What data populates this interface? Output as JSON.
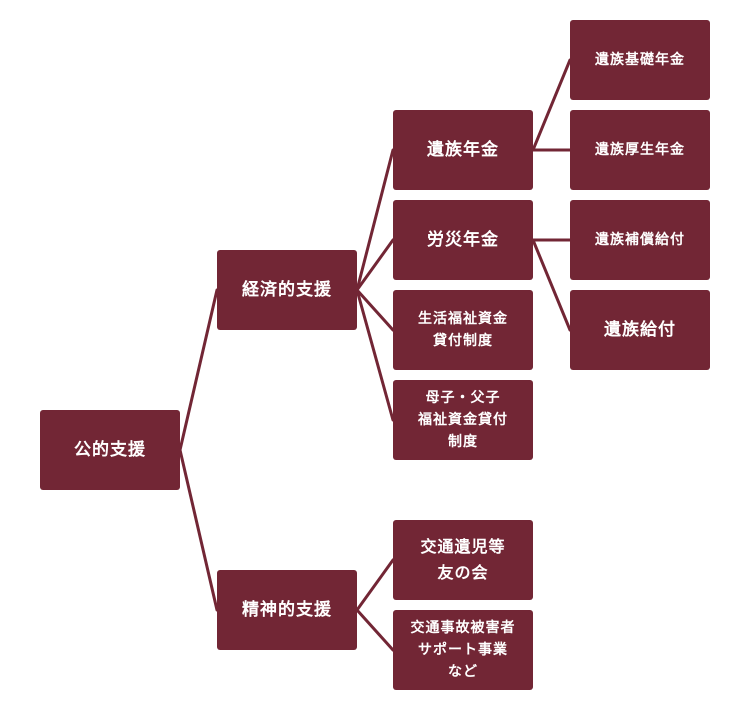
{
  "diagram": {
    "line_color": "#722635",
    "box_color": "#722635",
    "text_color": "#ffffff",
    "root": {
      "label": "公的支援"
    },
    "economic": {
      "label": "経済的支援"
    },
    "mental": {
      "label": "精神的支援"
    },
    "survivor_pension": {
      "label": "遺族年金"
    },
    "workers_pension": {
      "label": "労災年金"
    },
    "welfare_loan": {
      "label": "生活福祉資金\n貸付制度"
    },
    "single_parent_loan": {
      "label": "母子・父子\n福祉資金貸付\n制度"
    },
    "basic_survivor_pension": {
      "label": "遺族基礎年金"
    },
    "employee_survivor_pension": {
      "label": "遺族厚生年金"
    },
    "survivor_compensation": {
      "label": "遺族補償給付"
    },
    "survivor_benefit": {
      "label": "遺族給付"
    },
    "bereaved_children_assoc": {
      "label": "交通遺児等\n友の会"
    },
    "victim_support": {
      "label": "交通事故被害者\nサポート事業\nなど"
    }
  }
}
